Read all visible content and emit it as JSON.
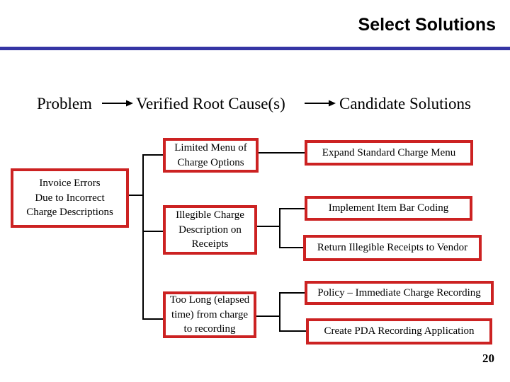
{
  "slide": {
    "title": "Select Solutions",
    "page_number": "20",
    "accent_color": "#3535a4",
    "box_border_color": "#cc2222"
  },
  "header": {
    "columns": [
      "Problem",
      "Verified Root Cause(s)",
      "Candidate Solutions"
    ]
  },
  "diagram": {
    "problem": {
      "label": "Invoice Errors\nDue to Incorrect\nCharge Descriptions"
    },
    "root_causes": [
      {
        "label": "Limited Menu of\nCharge Options"
      },
      {
        "label": "Illegible Charge\nDescription on\nReceipts"
      },
      {
        "label": "Too Long (elapsed\ntime) from charge\nto recording"
      }
    ],
    "solutions": [
      {
        "label": "Expand Standard Charge Menu"
      },
      {
        "label": "Implement Item Bar Coding"
      },
      {
        "label": "Return Illegible Receipts to Vendor"
      },
      {
        "label": "Policy – Immediate Charge Recording"
      },
      {
        "label": "Create PDA Recording Application"
      }
    ]
  }
}
